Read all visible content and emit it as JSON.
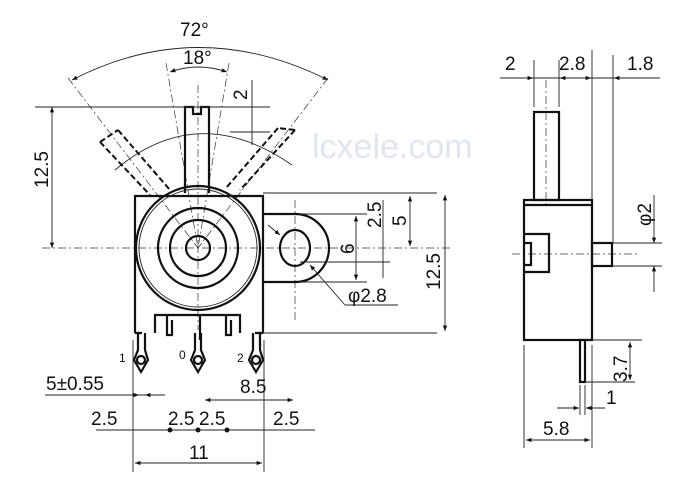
{
  "front_view": {
    "angle_outer": "72°",
    "angle_inner": "18°",
    "shaft_slot_depth": "2",
    "shaft_height": "12.5",
    "tab_offset": "2.5",
    "tab_half": "5",
    "tab_width": "6",
    "hole_dia": "φ2.8",
    "body_height": "12.5",
    "pin_labels": [
      "1",
      "0",
      "2"
    ],
    "pin_width": "5±0.55",
    "tab_distance": "8.5",
    "pitch_left": "2.5",
    "pitch_mid_left": "2.5",
    "pitch_mid_right": "2.5",
    "pitch_right": "2.5",
    "body_width": "11"
  },
  "side_view": {
    "shaft_width": "2",
    "shaft_offset": "2.8",
    "bump_length": "1.8",
    "bump_dia": "φ2",
    "pin_length": "3.7",
    "pin_thickness": "1",
    "body_depth": "5.8"
  },
  "watermark": "lcxele.com"
}
